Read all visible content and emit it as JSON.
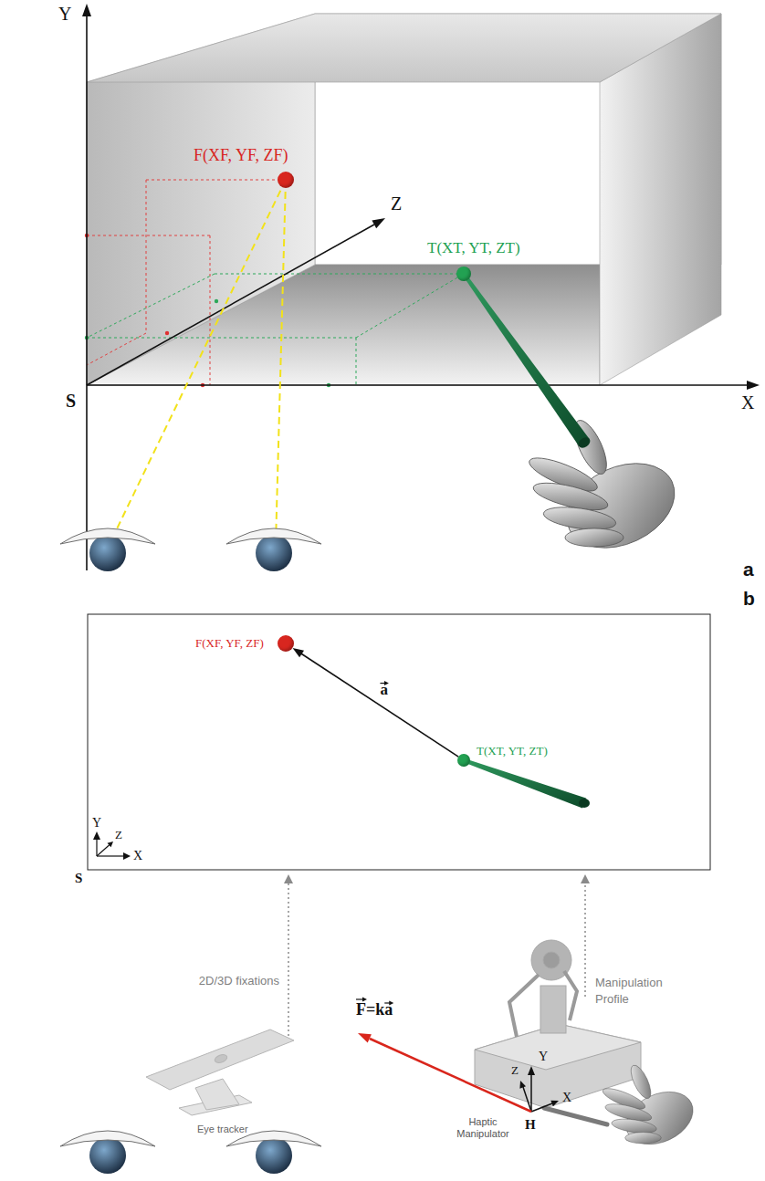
{
  "diagram": {
    "nodes": [
      {
        "text": [
          "F(XF, YF, ZF)"
        ]
      },
      {
        "text": [
          "T(XT, YT, ZT)"
        ]
      },
      {
        "text": [
          "F(XF, YF, ZF)"
        ]
      },
      {
        "text": [
          "T(XT, YT, ZT)"
        ]
      },
      {
        "text": [
          "Eye tracker"
        ]
      },
      {
        "text": [
          "Haptic Manipulator"
        ]
      }
    ],
    "edges": [
      {
        "from": 3,
        "to": 2,
        "arrow": "to",
        "label": "a"
      }
    ],
    "labels": [
      "Y",
      "Z",
      "X",
      "S",
      "a",
      "b",
      "Y",
      "Z",
      "X",
      "S",
      "2D/3D fixations",
      "Manipulation Profile",
      "F=ka",
      "Y",
      "Z",
      "X",
      "H"
    ]
  }
}
